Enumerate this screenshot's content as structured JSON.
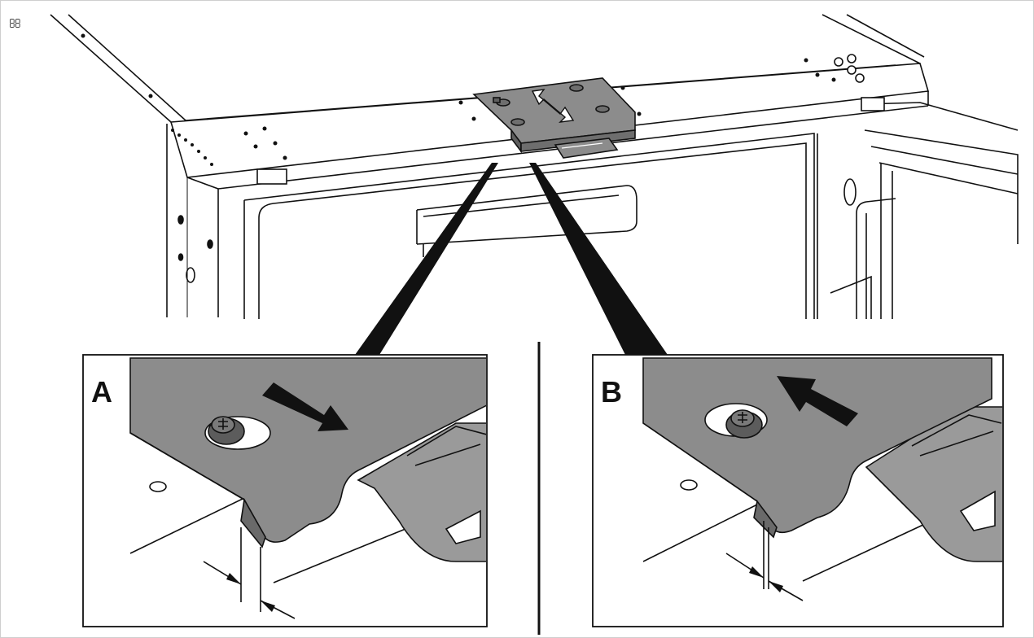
{
  "corner_glyph": "",
  "panels": [
    {
      "label": "A",
      "arrow_direction": "outward"
    },
    {
      "label": "B",
      "arrow_direction": "inward"
    }
  ],
  "colors": {
    "line": "#111111",
    "plate_fill": "#8c8c8c",
    "plate_dark": "#5e5e5e",
    "arrow": "#111111",
    "panel_fill": "#ffffff"
  }
}
